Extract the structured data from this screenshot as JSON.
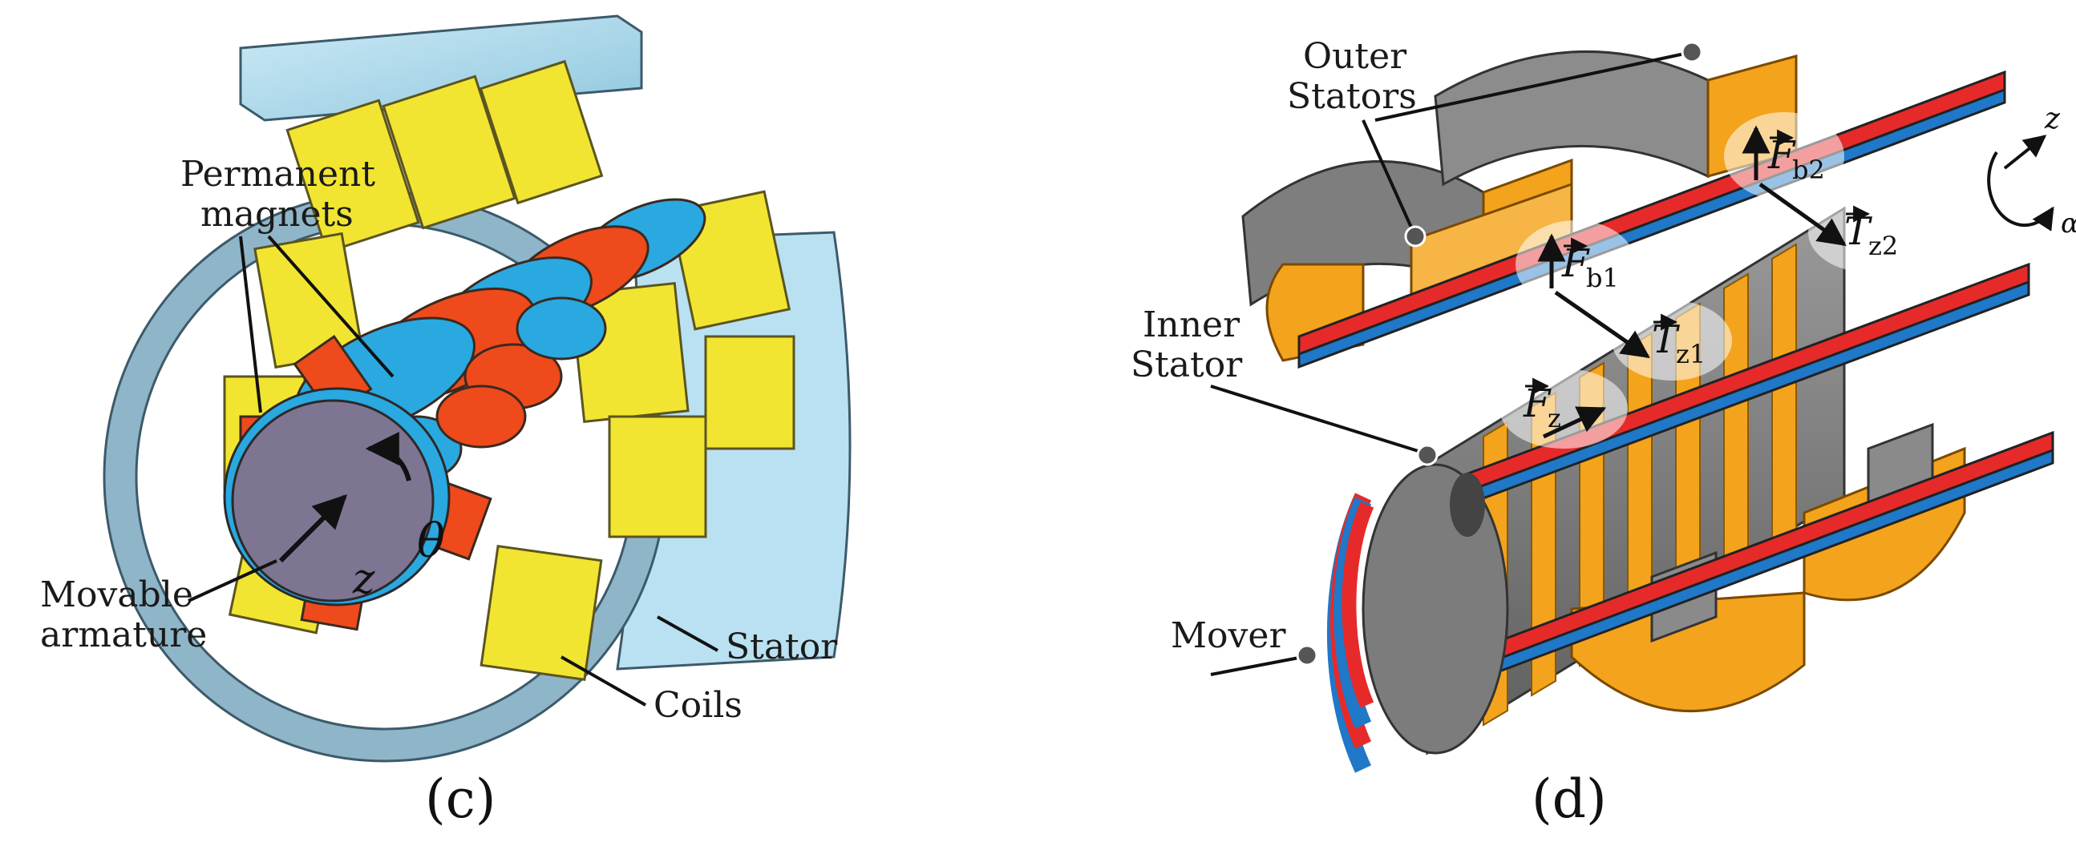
{
  "panel_c": {
    "caption": "(c)",
    "labels": {
      "permanent_magnets_1": "Permanent",
      "permanent_magnets_2": "magnets",
      "movable_armature_1": "Movable",
      "movable_armature_2": "armature",
      "stator": "Stator",
      "coils": "Coils",
      "theta": "θ",
      "z": "z"
    }
  },
  "panel_d": {
    "caption": "(d)",
    "labels": {
      "outer_stators_1": "Outer",
      "outer_stators_2": "Stators",
      "inner_stator_1": "Inner",
      "inner_stator_2": "Stator",
      "mover": "Mover",
      "fb1": "F",
      "fb1_sub": "b1",
      "fb2": "F",
      "fb2_sub": "b2",
      "tz1": "T",
      "tz1_sub": "z1",
      "tz2": "T",
      "tz2_sub": "z2",
      "fz": "F",
      "fz_sub": "z",
      "axis_z": "z",
      "axis_alpha": "α"
    }
  },
  "colors": {
    "stator_blue": "#a9d8ea",
    "coil_yellow": "#f2e532",
    "magnet_red": "#ee4a1c",
    "magnet_blue": "#2aa8e0",
    "armature_purple": "#7d7592",
    "grey": "#8a8a8a",
    "orange": "#f4a31c",
    "stripe_red": "#e62a2a",
    "stripe_blue": "#1f78c8"
  }
}
